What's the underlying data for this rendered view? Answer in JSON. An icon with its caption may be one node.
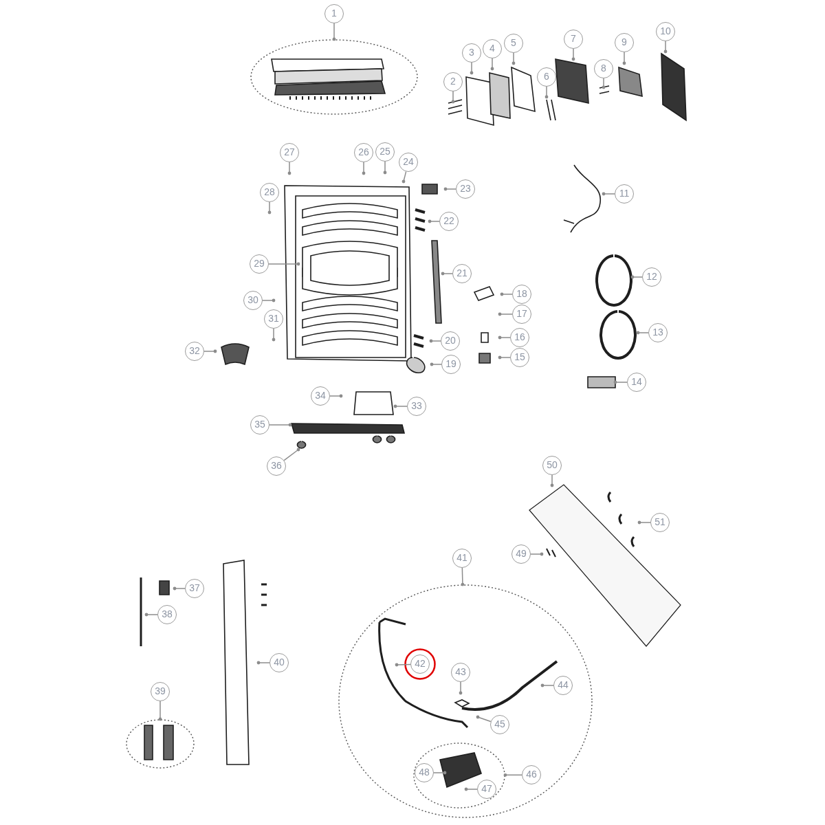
{
  "diagram": {
    "nodes": [
      {
        "text": [],
        "shape": "ellipse"
      },
      {
        "text": [],
        "shape": "ellipse"
      },
      {
        "text": [],
        "shape": "ellipse"
      },
      {
        "text": [],
        "shape": "ellipse",
        "in": 2
      },
      {
        "text": [],
        "shape": "circle",
        "in": 2
      },
      {
        "text": [
          "1"
        ]
      },
      {
        "text": [
          "2"
        ]
      },
      {
        "text": [
          "3"
        ]
      },
      {
        "text": [
          "4"
        ]
      },
      {
        "text": [
          "5"
        ]
      },
      {
        "text": [
          "6"
        ]
      },
      {
        "text": [
          "7"
        ]
      },
      {
        "text": [
          "8"
        ]
      },
      {
        "text": [
          "9"
        ]
      },
      {
        "text": [
          "10"
        ]
      },
      {
        "text": [
          "11"
        ]
      },
      {
        "text": [
          "12"
        ]
      },
      {
        "text": [
          "13"
        ]
      },
      {
        "text": [
          "14"
        ]
      },
      {
        "text": [
          "15"
        ]
      },
      {
        "text": [
          "16"
        ]
      },
      {
        "text": [
          "17"
        ]
      },
      {
        "text": [
          "18"
        ]
      },
      {
        "text": [
          "19"
        ]
      },
      {
        "text": [
          "20"
        ]
      },
      {
        "text": [
          "21"
        ]
      },
      {
        "text": [
          "22"
        ]
      },
      {
        "text": [
          "23"
        ]
      },
      {
        "text": [
          "24"
        ]
      },
      {
        "text": [
          "25"
        ]
      },
      {
        "text": [
          "26"
        ]
      },
      {
        "text": [
          "27"
        ]
      },
      {
        "text": [
          "28"
        ]
      },
      {
        "text": [
          "29"
        ]
      },
      {
        "text": [
          "30"
        ]
      },
      {
        "text": [
          "31"
        ]
      },
      {
        "text": [
          "32"
        ]
      },
      {
        "text": [
          "33"
        ]
      },
      {
        "text": [
          "34"
        ]
      },
      {
        "text": [
          "35"
        ]
      },
      {
        "text": [
          "36"
        ]
      },
      {
        "text": [
          "37"
        ]
      },
      {
        "text": [
          "38"
        ]
      },
      {
        "text": [
          "39"
        ]
      },
      {
        "text": [
          "40"
        ]
      },
      {
        "text": [
          "41"
        ]
      },
      {
        "text": [
          "42"
        ],
        "in": 4
      },
      {
        "text": [
          "43"
        ],
        "in": 2
      },
      {
        "text": [
          "44"
        ],
        "in": 2
      },
      {
        "text": [
          "45"
        ],
        "in": 2
      },
      {
        "text": [
          "46"
        ],
        "in": 2
      },
      {
        "text": [
          "47"
        ],
        "in": 3
      },
      {
        "text": [
          "48"
        ],
        "in": 3
      },
      {
        "text": [
          "49"
        ]
      },
      {
        "text": [
          "50"
        ]
      },
      {
        "text": [
          "51"
        ]
      }
    ],
    "edges": [
      {
        "from": 5,
        "to": 0,
        "arrow": "other"
      },
      {
        "from": 6,
        "to": null,
        "arrow": "other"
      },
      {
        "from": 7,
        "to": null,
        "arrow": "other"
      },
      {
        "from": 8,
        "to": null,
        "arrow": "other"
      },
      {
        "from": 9,
        "to": null,
        "arrow": "other"
      },
      {
        "from": 10,
        "to": null,
        "arrow": "other"
      },
      {
        "from": 11,
        "to": null,
        "arrow": "other"
      },
      {
        "from": 12,
        "to": null,
        "arrow": "other"
      },
      {
        "from": 13,
        "to": null,
        "arrow": "other"
      },
      {
        "from": 14,
        "to": null,
        "arrow": "other"
      },
      {
        "from": 15,
        "to": null,
        "arrow": "other"
      },
      {
        "from": 16,
        "to": null,
        "arrow": "other"
      },
      {
        "from": 17,
        "to": null,
        "arrow": "other"
      },
      {
        "from": 18,
        "to": null,
        "arrow": "other"
      },
      {
        "from": 19,
        "to": null,
        "arrow": "other"
      },
      {
        "from": 20,
        "to": null,
        "arrow": "other"
      },
      {
        "from": 21,
        "to": null,
        "arrow": "other"
      },
      {
        "from": 22,
        "to": null,
        "arrow": "other"
      },
      {
        "from": 23,
        "to": null,
        "arrow": "other"
      },
      {
        "from": 24,
        "to": null,
        "arrow": "other"
      },
      {
        "from": 25,
        "to": null,
        "arrow": "other"
      },
      {
        "from": 26,
        "to": null,
        "arrow": "other"
      },
      {
        "from": 27,
        "to": null,
        "arrow": "other"
      },
      {
        "from": 28,
        "to": null,
        "arrow": "other"
      },
      {
        "from": 29,
        "to": null,
        "arrow": "other"
      },
      {
        "from": 30,
        "to": null,
        "arrow": "other"
      },
      {
        "from": 31,
        "to": null,
        "arrow": "other"
      },
      {
        "from": 32,
        "to": null,
        "arrow": "other"
      },
      {
        "from": 33,
        "to": null,
        "arrow": "other"
      },
      {
        "from": 34,
        "to": null,
        "arrow": "other"
      },
      {
        "from": 35,
        "to": null,
        "arrow": "other"
      },
      {
        "from": 36,
        "to": null,
        "arrow": "other"
      },
      {
        "from": 37,
        "to": null,
        "arrow": "other"
      },
      {
        "from": 38,
        "to": null,
        "arrow": "other"
      },
      {
        "from": 39,
        "to": null,
        "arrow": "other"
      },
      {
        "from": 40,
        "to": null,
        "arrow": "other"
      },
      {
        "from": 41,
        "to": null,
        "arrow": "other"
      },
      {
        "from": 42,
        "to": null,
        "arrow": "other"
      },
      {
        "from": 43,
        "to": 1,
        "arrow": "other"
      },
      {
        "from": 44,
        "to": null,
        "arrow": "other"
      },
      {
        "from": 45,
        "to": 2,
        "arrow": "other"
      },
      {
        "from": 46,
        "to": null,
        "arrow": "other"
      },
      {
        "from": 47,
        "to": null,
        "arrow": "other"
      },
      {
        "from": 48,
        "to": null,
        "arrow": "other"
      },
      {
        "from": 49,
        "to": null,
        "arrow": "other"
      },
      {
        "from": 50,
        "to": 3,
        "arrow": "other"
      },
      {
        "from": 51,
        "to": null,
        "arrow": "other"
      },
      {
        "from": 52,
        "to": null,
        "arrow": "other"
      },
      {
        "from": 53,
        "to": null,
        "arrow": "other"
      },
      {
        "from": 54,
        "to": null,
        "arrow": "other"
      },
      {
        "from": 55,
        "to": null,
        "arrow": "other"
      }
    ]
  }
}
